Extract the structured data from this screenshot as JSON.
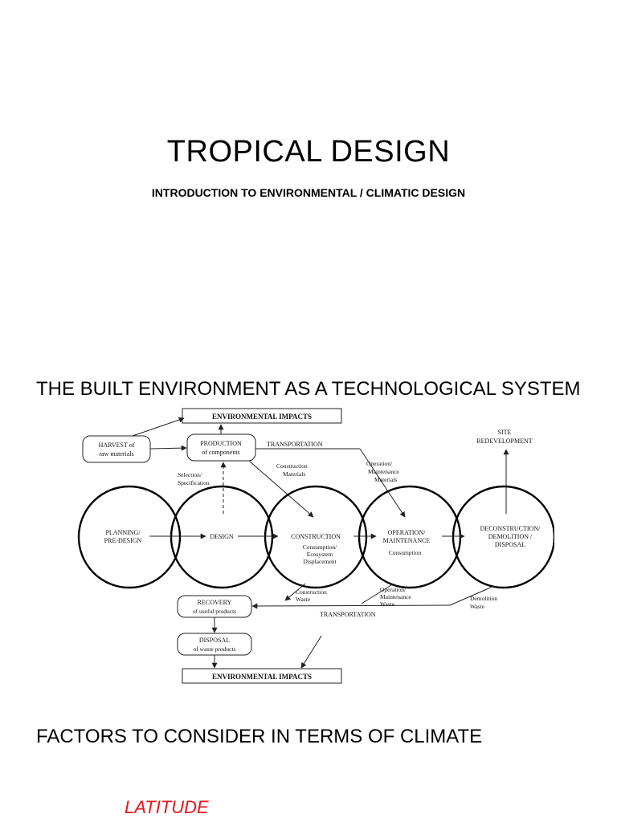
{
  "header": {
    "title": "TROPICAL DESIGN",
    "subtitle": "INTRODUCTION TO ENVIRONMENTAL / CLIMATIC DESIGN"
  },
  "sections": {
    "built_environment_heading": "THE BUILT ENVIRONMENT AS A TECHNOLOGICAL SYSTEM",
    "factors_heading": "FACTORS TO CONSIDER IN TERMS OF CLIMATE",
    "factor_item": "LATITUDE"
  },
  "colors": {
    "factor_item": "#e8141b",
    "text": "#000000"
  },
  "diagram": {
    "env_impacts_top": "ENVIRONMENTAL IMPACTS",
    "env_impacts_bottom": "ENVIRONMENTAL IMPACTS",
    "harvest": [
      "HARVEST of",
      "raw materials"
    ],
    "production": [
      "PRODUCTION",
      "of components"
    ],
    "transportation_top": "TRANSPORTATION",
    "transportation_bottom": "TRANSPORTATION",
    "site_redevelopment": [
      "SITE",
      "REDEVELOPMENT"
    ],
    "selection": [
      "Selection/",
      "Specification"
    ],
    "construction_materials": [
      "Construction",
      "Materials"
    ],
    "om_materials": [
      "Operation/",
      "Maintenance",
      "Materials"
    ],
    "stages": {
      "planning": [
        "PLANNING/",
        "PRE-DESIGN"
      ],
      "design": "DESIGN",
      "construction": "CONSTRUCTION",
      "operation": [
        "OPERATION/",
        "MAINTENANCE"
      ],
      "deconstruction": [
        "DECONSTRUCTION/",
        "DEMOLITION /",
        "DISPOSAL"
      ]
    },
    "construction_consumption": [
      "Consumption/",
      "Ecosystem",
      "Displacement"
    ],
    "operation_consumption": "Consumption",
    "recovery": [
      "RECOVERY",
      "of useful products"
    ],
    "construction_waste": [
      "Construction",
      "Waste"
    ],
    "om_waste": [
      "Operation/",
      "Maintenance",
      "Waste"
    ],
    "demolition_waste": [
      "Demolition",
      "Waste"
    ],
    "disposal": [
      "DISPOSAL",
      "of waste products"
    ]
  }
}
